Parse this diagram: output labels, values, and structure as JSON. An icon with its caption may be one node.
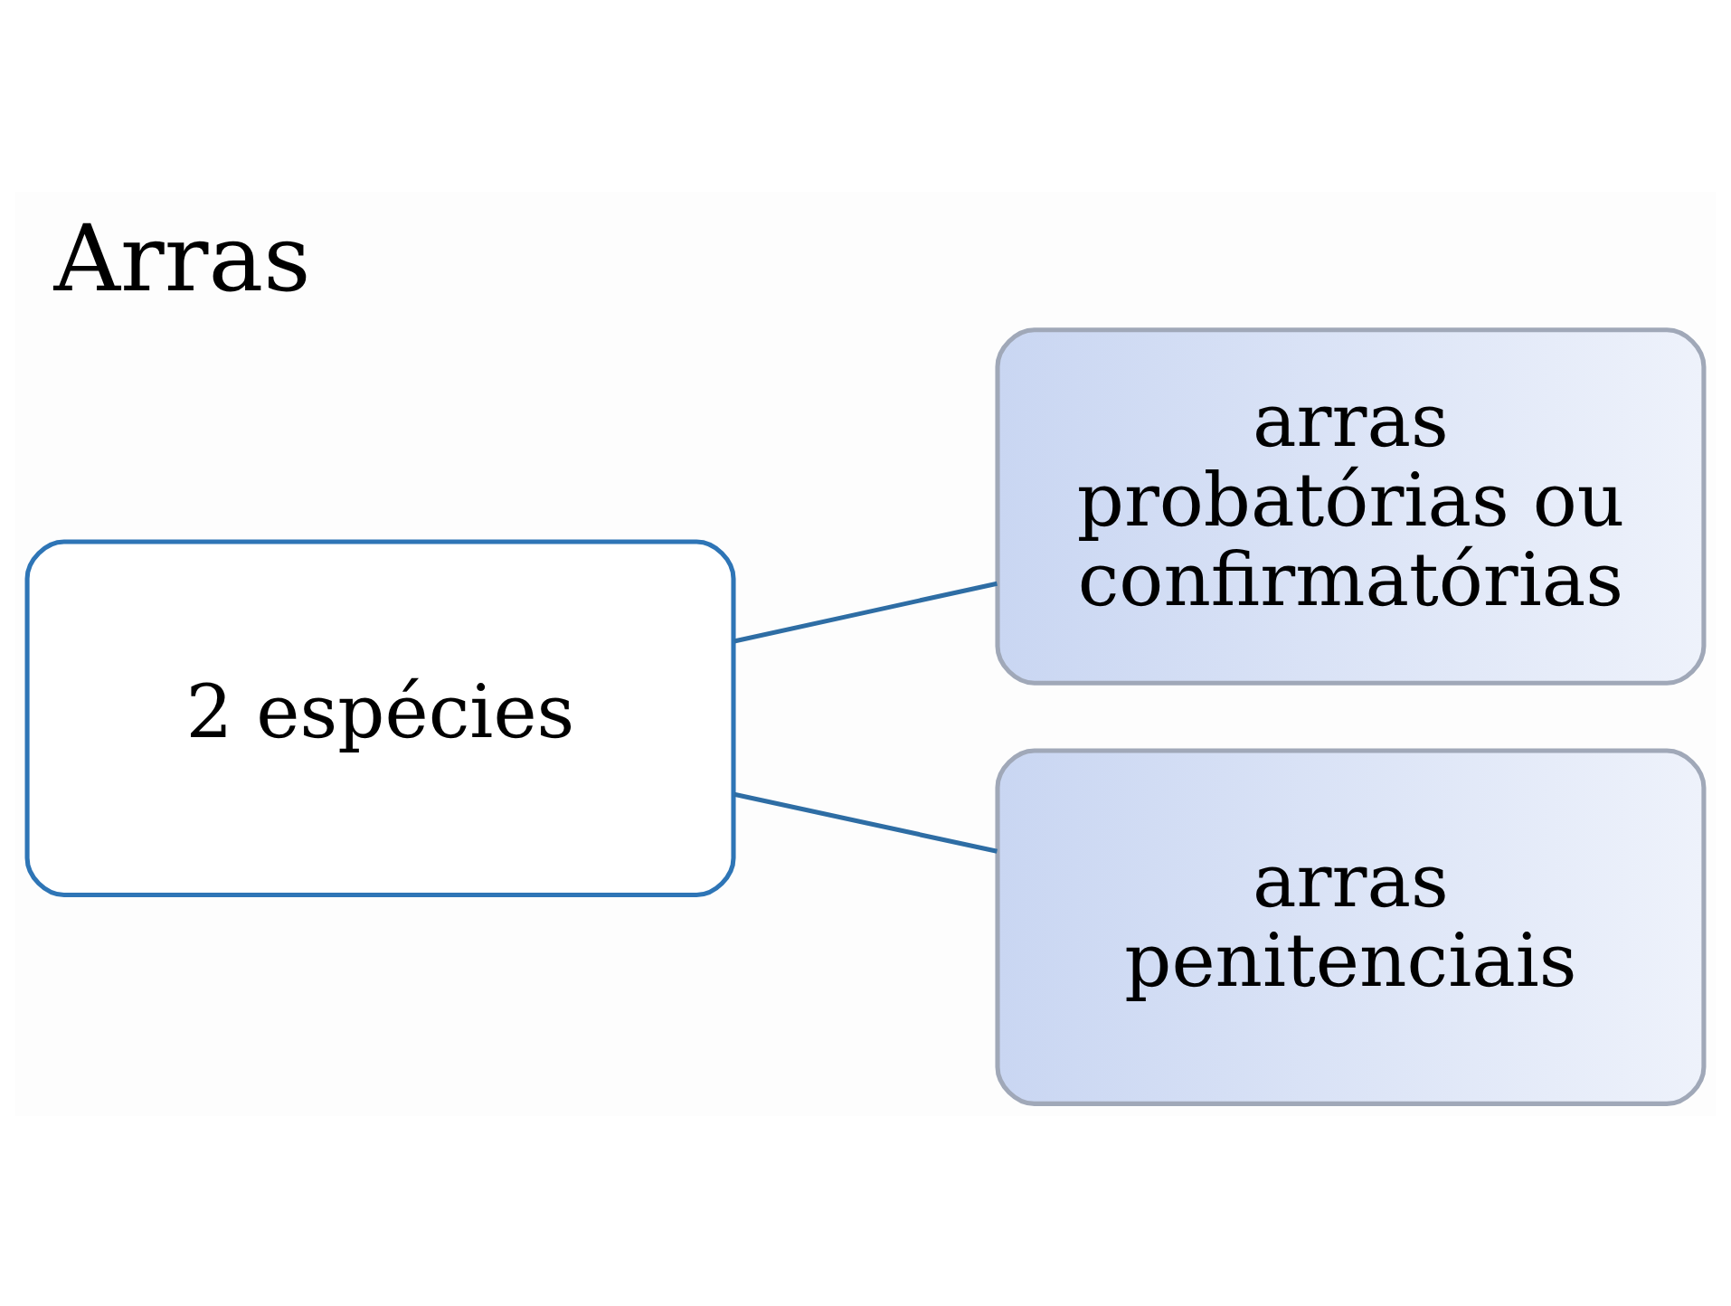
{
  "diagram": {
    "title": "Arras",
    "nodes": [
      {
        "text": [
          "2 espécies"
        ]
      },
      {
        "text": [
          "arras probatórias ou confirmatórias"
        ]
      },
      {
        "text": [
          "arras penitenciais"
        ]
      }
    ],
    "edges": [
      {
        "from": 0,
        "to": 1,
        "arrow": "none"
      },
      {
        "from": 0,
        "to": 2,
        "arrow": "none"
      }
    ]
  }
}
